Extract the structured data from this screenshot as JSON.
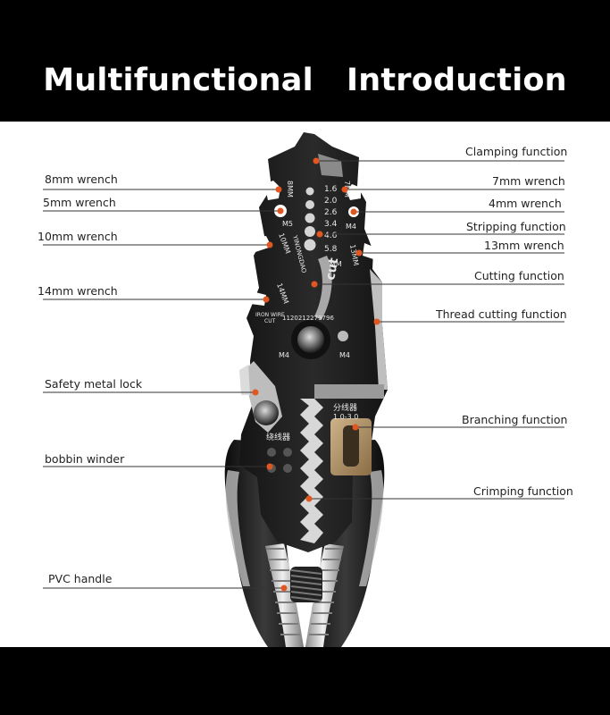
{
  "title": "Multifunctional   Introduction",
  "left_labels": {
    "wrench_8mm": "8mm wrench",
    "wrench_5mm": "5mm wrench",
    "wrench_10mm": "10mm wrench",
    "wrench_14mm": "14mm wrench",
    "safety_lock": "Safety metal lock",
    "bobbin": "bobbin winder",
    "handle": "PVC handle"
  },
  "right_labels": {
    "clamping": "Clamping function",
    "wrench_7mm": "7mm wrench",
    "wrench_4mm": "4mm wrench",
    "stripping": "Stripping function",
    "wrench_13mm": "13mm wrench",
    "cutting": "Cutting function",
    "thread_cutting": "Thread cutting function",
    "branching": "Branching function",
    "crimping": "Crimping function"
  },
  "tool_markings": {
    "strip_sizes": [
      "1.6",
      "2.0",
      "2.6",
      "3.4",
      "4.6",
      "5.8"
    ],
    "mm_unit": "MM",
    "m5": "M5",
    "m4_center": "M4",
    "m4_left": "M4",
    "m4_right": "M4",
    "m8": "8MM",
    "m7": "7MM",
    "m10": "10MM",
    "m13": "13MM",
    "m14": "14MM",
    "cut": "cut",
    "brand": "YINONGDAO",
    "iron_wire": "IRON WIRE",
    "iron_wire_cut": "CUT",
    "serial": "1120212279796",
    "branch_cn": "分线器",
    "branch_range": "1.0-3.0",
    "bobbin_cn": "绕线器"
  },
  "colors": {
    "background": "#000000",
    "panel": "#ffffff",
    "tool": "#1f1f1f",
    "accent_dot": "#e2571f",
    "leader_line": "#333333",
    "brass": "#b39262"
  }
}
